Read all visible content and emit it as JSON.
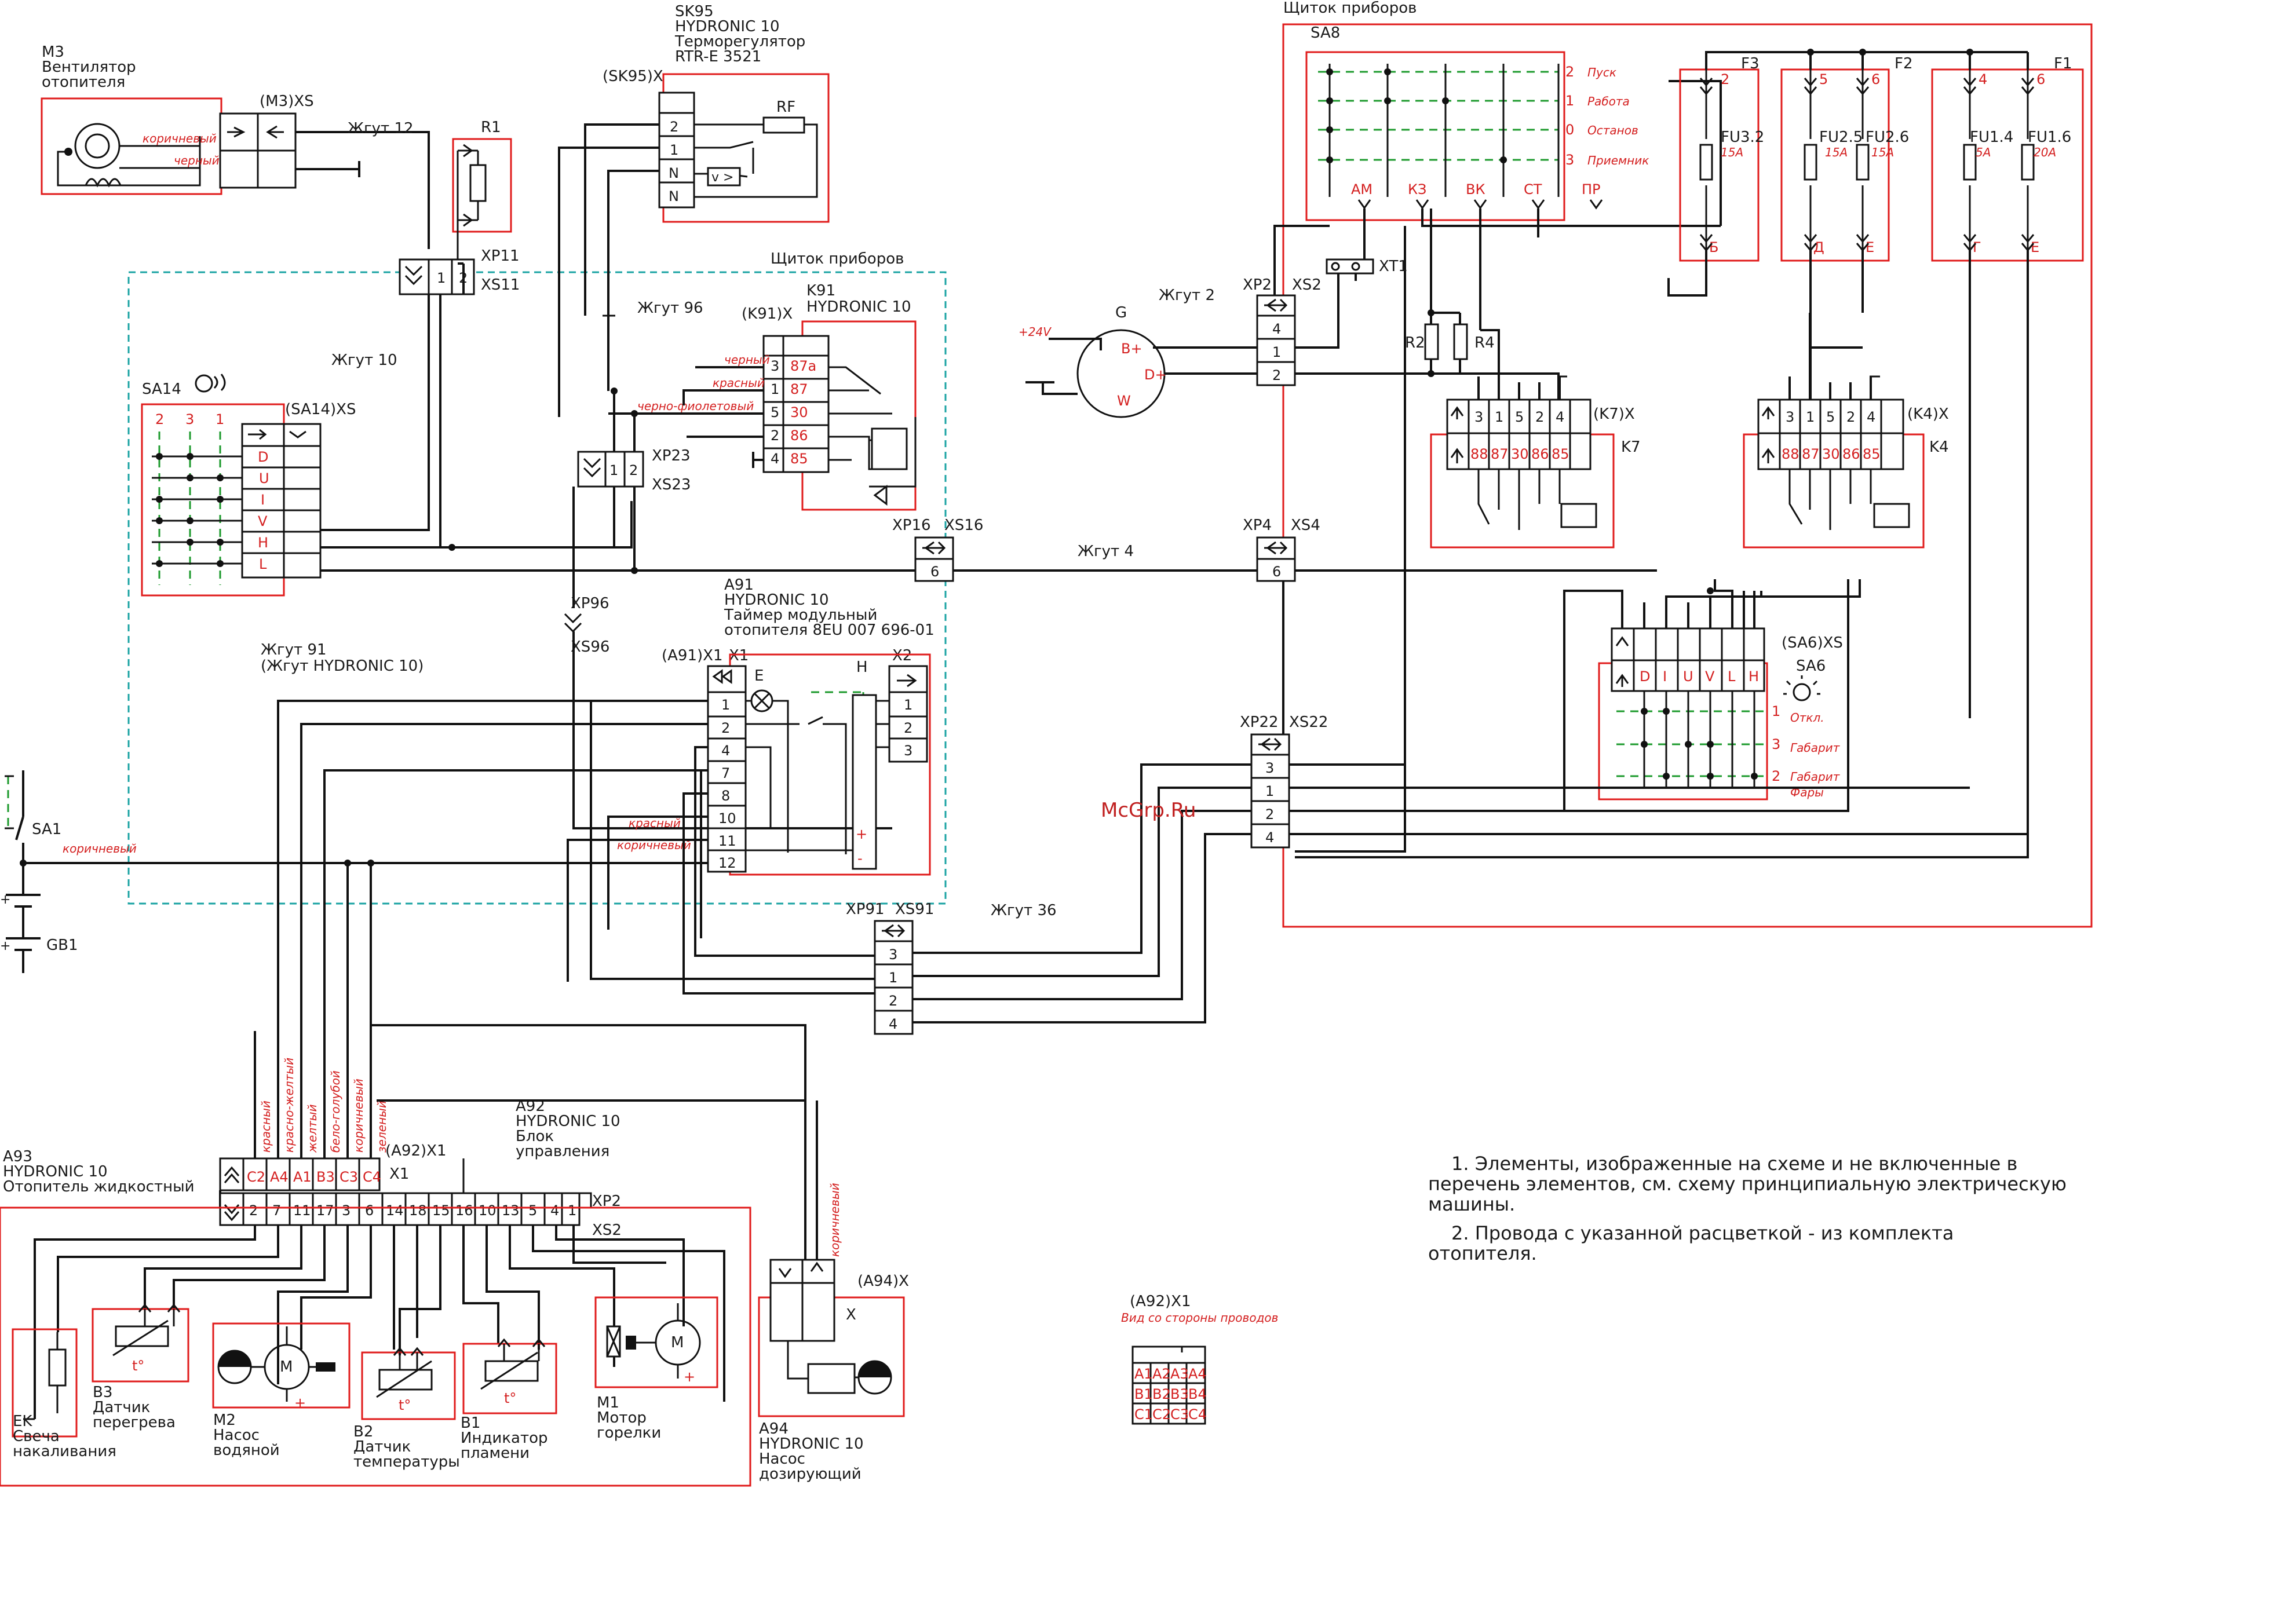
{
  "colors": {
    "wire": "#111111",
    "frame": "#e01b1b",
    "panel_dashed": "#1aa3a3",
    "switch_dashed": "#1c9a2c",
    "watermark": "#c02020"
  },
  "m3": {
    "ref": "M3",
    "title": "Вентилятор",
    "title2": "отопителя",
    "conn": "(M3)XS",
    "w1": "коричневый",
    "w2": "черный"
  },
  "sk95": {
    "ref": "SK95",
    "sub": "HYDRONIC 10",
    "title": "Терморегулятор",
    "model": "RTR-E 3521",
    "conn": "(SK95)X",
    "pins": [
      "2",
      "1",
      "N",
      "N"
    ],
    "rf": "RF",
    "sens": "v >"
  },
  "harness": {
    "h12": "Жгут 12",
    "h96": "Жгут 96",
    "h10": "Жгут 10",
    "h4": "Жгут 4",
    "h2": "Жгут 2",
    "h36": "Жгут 36",
    "h91": "Жгут 91",
    "h91b": "(Жгут HYDRONIC 10)"
  },
  "r1": {
    "ref": "R1"
  },
  "xp11": {
    "xp": "XP11",
    "xs": "XS11",
    "pins": [
      "1",
      "2"
    ]
  },
  "panel_label": "Щиток приборов",
  "panel_label2": "Щиток приборов",
  "k91": {
    "conn": "(K91)X",
    "ref": "K91",
    "sub": "HYDRONIC 10",
    "left": [
      "3",
      "1",
      "5",
      "2",
      "4"
    ],
    "right": [
      "87a",
      "87",
      "30",
      "86",
      "85"
    ],
    "wires": [
      "черный",
      "красный",
      "черно-фиолетовый"
    ]
  },
  "sa14": {
    "ref": "SA14",
    "conn": "(SA14)XS",
    "cols": [
      "2",
      "3",
      "1"
    ],
    "rows": [
      "D",
      "U",
      "I",
      "V",
      "H",
      "L"
    ]
  },
  "xp23": {
    "xp": "XP23",
    "xs": "XS23",
    "pins": [
      "1",
      "2"
    ]
  },
  "xp16": {
    "xp": "XP16",
    "xs": "XS16",
    "pin": "6"
  },
  "xp4": {
    "xp": "XP4",
    "xs": "XS4",
    "pin": "6"
  },
  "xp96": {
    "xp": "XP96",
    "xs": "XS96"
  },
  "a91": {
    "ref": "A91",
    "sub": "HYDRONIC 10",
    "title": "Таймер модульный",
    "title2": "отопителя 8EU 007 696-01",
    "conn": "(A91)X1",
    "x1": "X1",
    "x2": "X2",
    "pins": [
      "1",
      "2",
      "4",
      "7",
      "8",
      "10",
      "11",
      "12"
    ],
    "pins2": [
      "1",
      "2",
      "3"
    ],
    "e": "E",
    "h": "H",
    "plus": "+",
    "minus": "-",
    "w1": "красный",
    "w2": "коричневый"
  },
  "sa1": {
    "ref": "SA1",
    "wire": "коричневый"
  },
  "gb1": {
    "ref": "GB1"
  },
  "xp91": {
    "xp": "XP91",
    "xs": "XS91",
    "pins": [
      "3",
      "1",
      "2",
      "4"
    ]
  },
  "sa8": {
    "ref": "SA8",
    "pos": [
      "2",
      "1",
      "0",
      "3"
    ],
    "names": [
      "Пуск",
      "Работа",
      "Останов",
      "Приемник"
    ],
    "terms": [
      "АМ",
      "КЗ",
      "ВК",
      "СТ",
      "ПР"
    ]
  },
  "xt1": "XT1",
  "fuses": {
    "f3": "F3",
    "f2": "F2",
    "f1": "F1",
    "fu": [
      {
        "name": "FU3.2",
        "amp": "15A",
        "top": "2",
        "bot": "Б"
      },
      {
        "name": "FU2.5",
        "amp": "15A",
        "top": "5",
        "bot": "Д"
      },
      {
        "name": "FU2.6",
        "amp": "15A",
        "top": "6",
        "bot": "Е"
      },
      {
        "name": "FU1.4",
        "amp": "5A",
        "top": "4",
        "bot": "Г"
      },
      {
        "name": "FU1.6",
        "amp": "20A",
        "top": "6",
        "bot": "Е"
      }
    ]
  },
  "gen": {
    "ref": "G",
    "v": "+24V",
    "b": "B+",
    "d": "D+",
    "w": "W"
  },
  "xp2": {
    "xp": "XP2",
    "xs": "XS2",
    "pins": [
      "4",
      "1",
      "2"
    ]
  },
  "r2": "R2",
  "r4": "R4",
  "k7": {
    "conn": "(K7)X",
    "ref": "K7",
    "top": [
      "3",
      "1",
      "5",
      "2",
      "4"
    ],
    "bot": [
      "88",
      "87",
      "30",
      "86",
      "85"
    ]
  },
  "k4": {
    "conn": "(K4)X",
    "ref": "K4",
    "top": [
      "3",
      "1",
      "5",
      "2",
      "4"
    ],
    "bot": [
      "88",
      "87",
      "30",
      "86",
      "85"
    ]
  },
  "sa6": {
    "ref": "SA6",
    "conn": "(SA6)XS",
    "cols": [
      "D",
      "I",
      "U",
      "V",
      "L",
      "H"
    ],
    "rows": [
      "1",
      "3",
      "2"
    ],
    "names": [
      "Откл.",
      "Габарит",
      "Габарит",
      "Фары"
    ]
  },
  "xp22": {
    "xp": "XP22",
    "xs": "XS22",
    "pins": [
      "3",
      "1",
      "2",
      "4"
    ]
  },
  "a92": {
    "ref": "A92",
    "sub": "HYDRONIC 10",
    "title": "Блок",
    "title2": "управления",
    "conn": "(A92)X1",
    "x1": "X1",
    "xp2": "XP2",
    "xs2": "XS2",
    "x1pins": [
      "C2",
      "A4",
      "A1",
      "B3",
      "C3",
      "C4"
    ],
    "x1wires": [
      "красный",
      "красно-желтый",
      "желтый",
      "бело-голубой",
      "коричневый",
      "зеленый"
    ],
    "xs2pins": [
      "2",
      "7",
      "11",
      "17",
      "3",
      "6",
      "14",
      "18",
      "15",
      "16",
      "10",
      "13",
      "5",
      "4",
      "1"
    ]
  },
  "a93": {
    "ref": "A93",
    "sub": "HYDRONIC 10",
    "title": "Отопитель жидкостный"
  },
  "ek": {
    "ref": "EK",
    "t1": "Свеча",
    "t2": "накаливания"
  },
  "b3": {
    "ref": "B3",
    "t1": "Датчик",
    "t2": "перегрева",
    "t": "t°"
  },
  "m2": {
    "ref": "M2",
    "t1": "Насос",
    "t2": "водяной",
    "m": "M",
    "plus": "+"
  },
  "b2": {
    "ref": "B2",
    "t1": "Датчик",
    "t2": "температуры",
    "t": "t°"
  },
  "b1": {
    "ref": "B1",
    "t1": "Индикатор",
    "t2": "пламени",
    "t": "t°"
  },
  "m1": {
    "ref": "M1",
    "t1": "Мотор",
    "t2": "горелки",
    "m": "M",
    "plus": "+"
  },
  "a94": {
    "conn": "(A94)X",
    "x": "X",
    "wire": "коричневый",
    "ref": "A94",
    "sub": "HYDRONIC 10",
    "t1": "Насос",
    "t2": "дозирующий"
  },
  "view": {
    "conn": "(A92)X1",
    "caption": "Вид со стороны проводов",
    "grid": [
      [
        "A1",
        "A2",
        "A3",
        "A4"
      ],
      [
        "B1",
        "B2",
        "B3",
        "B4"
      ],
      [
        "C1",
        "C2",
        "C3",
        "C4"
      ]
    ]
  },
  "notes": [
    "1. Элементы, изображенные на схеме и не включенные в",
    "перечень элементов, см. схему принципиальную электрическую",
    "машины.",
    "2. Провода с указанной расцветкой - из комплекта",
    "отопителя."
  ],
  "watermark": "McGrp.Ru"
}
